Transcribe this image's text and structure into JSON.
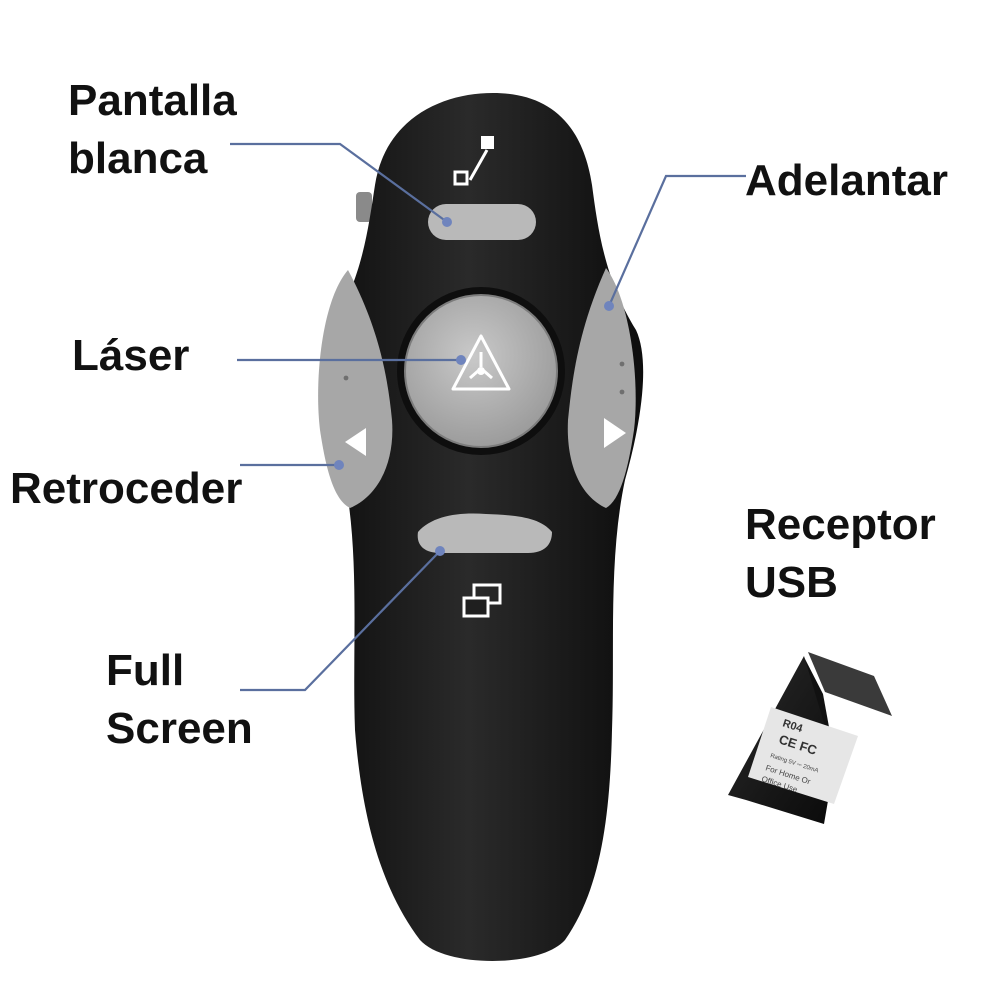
{
  "labels": {
    "white_screen": {
      "line1": "Pantalla",
      "line2": "blanca"
    },
    "forward": "Adelantar",
    "laser": "Láser",
    "back": "Retroceder",
    "full_screen": {
      "line1": "Full",
      "line2": "Screen"
    },
    "receiver": {
      "line1": "Receptor",
      "line2": "USB"
    }
  },
  "receiver_sticker": {
    "model": "R04",
    "marks": "CE FC",
    "rating": "Rating 5V ⎓ 20mA",
    "usage_line1": "For Home Or",
    "usage_line2": "Office Use"
  },
  "colors": {
    "body": "#1c1c1c",
    "side_grip": "#a9a9a9",
    "button_gray": "#bdbdbd",
    "leader_line": "#5a6f9e",
    "text": "#111111"
  },
  "icons": [
    "blank-screen-icon",
    "laser-warning-icon",
    "full-screen-icon",
    "back-arrow-icon",
    "forward-arrow-icon"
  ]
}
